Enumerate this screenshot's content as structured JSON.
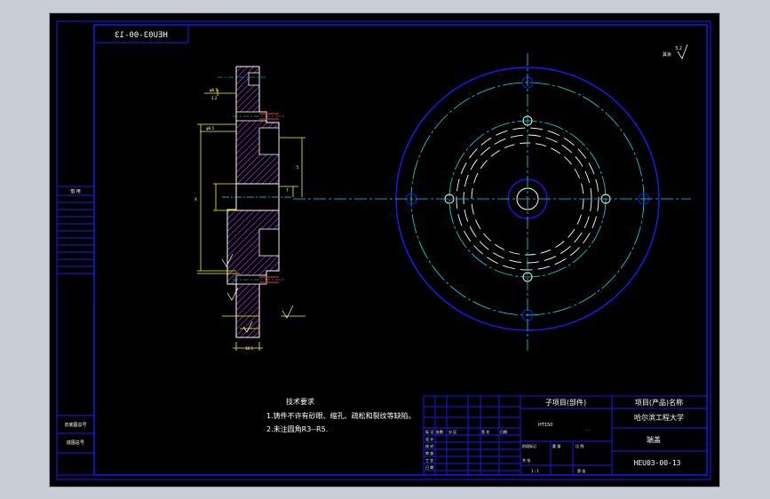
{
  "drawing": {
    "code_top_mirrored": "HEU03-00-13",
    "roughness_overall": "3.2",
    "tech_title": "技术要求",
    "tech_note_1": "1.铸件不许有砂眼、缩孔、疏松和裂纹等缺陷。",
    "tech_note_2": "2.未注圆角R3--R5.",
    "left_label_1": "借 用",
    "left_label_2": "旧底图总号",
    "left_label_3": "底图总号",
    "axis_mark_x": "X",
    "dim_label_ruler": "10.5"
  },
  "title_block": {
    "sub_item_header": "子项目(部件)",
    "project_header": "项目(产品)名称",
    "university": "哈尔滨工程大学",
    "part_name": "端盖",
    "code": "HEU03-00-13",
    "material": "HT150",
    "row_labels": [
      "标 记",
      "设 计",
      "校 对",
      "审 核",
      "工 艺",
      "日 期"
    ],
    "sub_labels": [
      "处数",
      "分 区",
      "签 名",
      "日期"
    ],
    "stage_label": "阶段标记",
    "weight_label": "重 量",
    "scale_label": "比 例",
    "sheet_total": "共 张",
    "sheet_no": "第 张",
    "scale_value": "1 : 1",
    "dots": "· ·"
  },
  "colors": {
    "frame": "#1a1aff",
    "outline": "#ffffff",
    "yellow": "#ffff00",
    "cyan": "#00e5e5",
    "red": "#ff3030",
    "hatch": "#c040ff",
    "text_white": "#ffffff"
  }
}
